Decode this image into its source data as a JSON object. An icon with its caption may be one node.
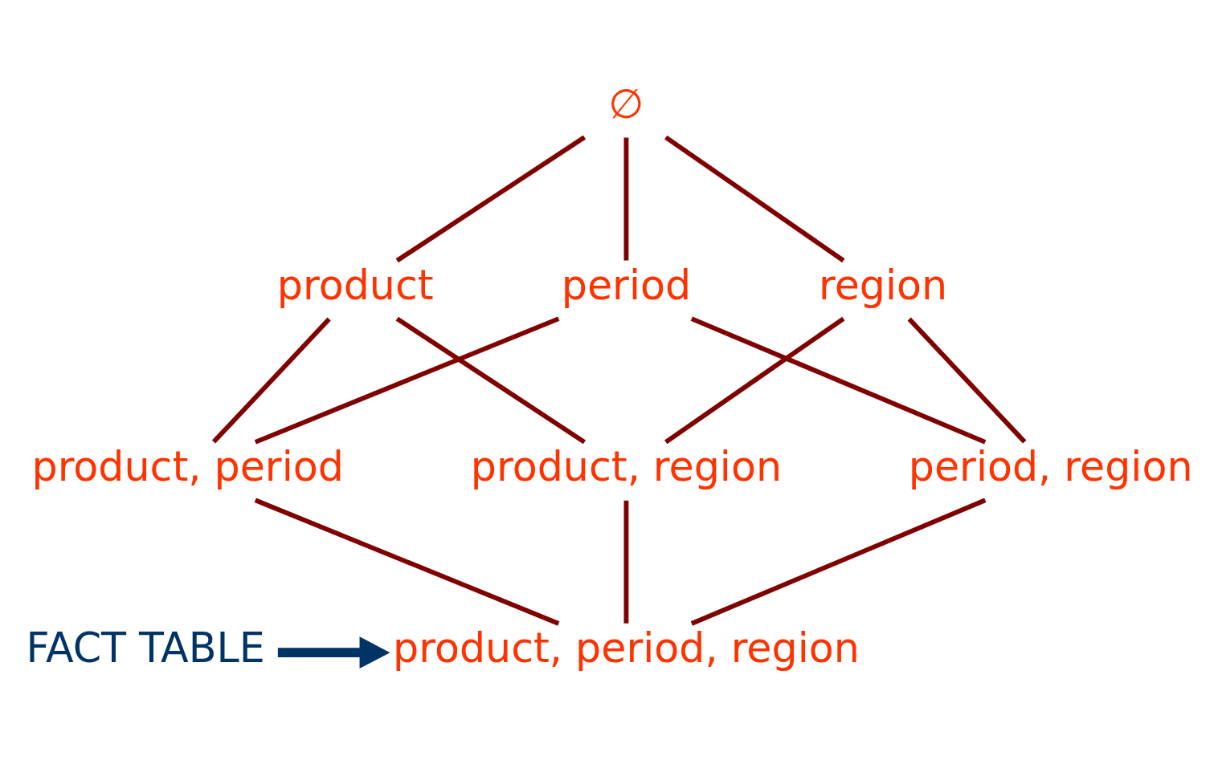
{
  "diagram": {
    "nodes": [
      {
        "text": [
          "∅"
        ]
      },
      {
        "text": [
          "product"
        ]
      },
      {
        "text": [
          "period"
        ]
      },
      {
        "text": [
          "region"
        ]
      },
      {
        "text": [
          "product, period"
        ]
      },
      {
        "text": [
          "product, region"
        ]
      },
      {
        "text": [
          "period, region"
        ]
      },
      {
        "text": [
          "product, period, region"
        ]
      },
      {
        "text": [
          "FACT TABLE"
        ]
      }
    ],
    "edges": [
      {
        "from": 0,
        "to": 1,
        "arrow": "none"
      },
      {
        "from": 0,
        "to": 2,
        "arrow": "none"
      },
      {
        "from": 0,
        "to": 3,
        "arrow": "none"
      },
      {
        "from": 1,
        "to": 4,
        "arrow": "none"
      },
      {
        "from": 1,
        "to": 5,
        "arrow": "none"
      },
      {
        "from": 2,
        "to": 4,
        "arrow": "none"
      },
      {
        "from": 2,
        "to": 6,
        "arrow": "none"
      },
      {
        "from": 3,
        "to": 5,
        "arrow": "none"
      },
      {
        "from": 3,
        "to": 6,
        "arrow": "none"
      },
      {
        "from": 4,
        "to": 7,
        "arrow": "none"
      },
      {
        "from": 5,
        "to": 7,
        "arrow": "none"
      },
      {
        "from": 6,
        "to": 7,
        "arrow": "none"
      },
      {
        "from": 8,
        "to": 7,
        "arrow": "to",
        "style": "thick",
        "color": "#003366"
      }
    ]
  }
}
